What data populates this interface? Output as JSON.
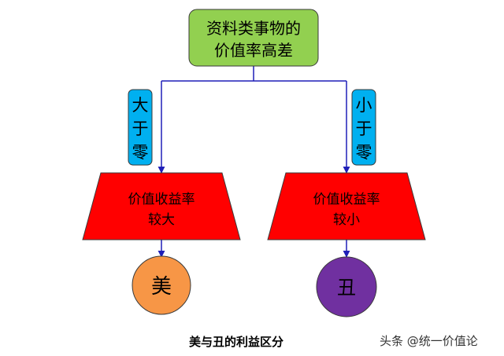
{
  "diagram": {
    "root": {
      "lines": [
        "资料类事物的",
        "价值率高差"
      ],
      "color": "#92d050"
    },
    "left_branch": {
      "condition": [
        "大",
        "于",
        "零"
      ],
      "box": {
        "lines": [
          "价值收益率",
          "较大"
        ],
        "color": "#ff0000"
      },
      "result": {
        "text": "美",
        "color": "#f79646"
      }
    },
    "right_branch": {
      "condition": [
        "小",
        "于",
        "零"
      ],
      "box": {
        "lines": [
          "价值收益率",
          "较小"
        ],
        "color": "#ff0000"
      },
      "result": {
        "text": "丑",
        "color": "#7030a0"
      }
    },
    "condition_color": "#00b0f0",
    "line_color": "#1f1fb8"
  },
  "caption": "美与丑的利益区分",
  "watermark": "头条 @统一价值论"
}
